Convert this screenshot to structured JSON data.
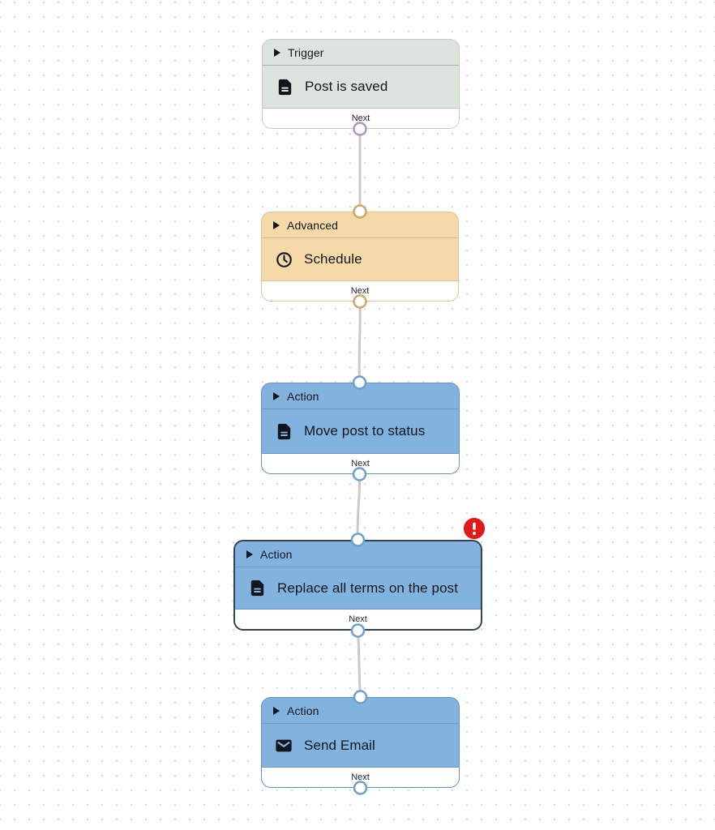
{
  "canvas": {
    "background_color": "#ffffff",
    "dot_color": "#d9d9d9"
  },
  "connectors": {
    "color": "#c8c8c8"
  },
  "error_badge": {
    "glyph": "!",
    "color": "#e01a1a"
  },
  "nodes": [
    {
      "category": "Trigger",
      "title": "Post is saved",
      "icon": "document-icon",
      "next_label": "Next",
      "has_error": false,
      "colors": {
        "bg": "#dde4de",
        "border": "#c5cdc6",
        "divider": "#a9b2aa",
        "port": "#b295be"
      }
    },
    {
      "category": "Advanced",
      "title": "Schedule",
      "icon": "clock-icon",
      "next_label": "Next",
      "has_error": false,
      "colors": {
        "bg": "#f5d9a9",
        "border": "#ddc693",
        "divider": "#d6bb86",
        "port": "#cda865"
      }
    },
    {
      "category": "Action",
      "title": "Move post to status",
      "icon": "document-icon",
      "next_label": "Next",
      "has_error": false,
      "colors": {
        "bg": "#82b3df",
        "border": "#5f93c4",
        "divider": "#6d9ac2",
        "port": "#6d9fcd"
      }
    },
    {
      "category": "Action",
      "title": "Replace all terms on the post",
      "icon": "document-icon",
      "next_label": "Next",
      "has_error": true,
      "colors": {
        "bg": "#82b3df",
        "border": "#36434f",
        "divider": "#6d9ac2",
        "port": "#6d9fcd"
      }
    },
    {
      "category": "Action",
      "title": "Send Email",
      "icon": "mail-icon",
      "next_label": "Next",
      "has_error": false,
      "colors": {
        "bg": "#82b3df",
        "border": "#5f93c4",
        "divider": "#6d9ac2",
        "port": "#6d9fcd"
      }
    }
  ]
}
